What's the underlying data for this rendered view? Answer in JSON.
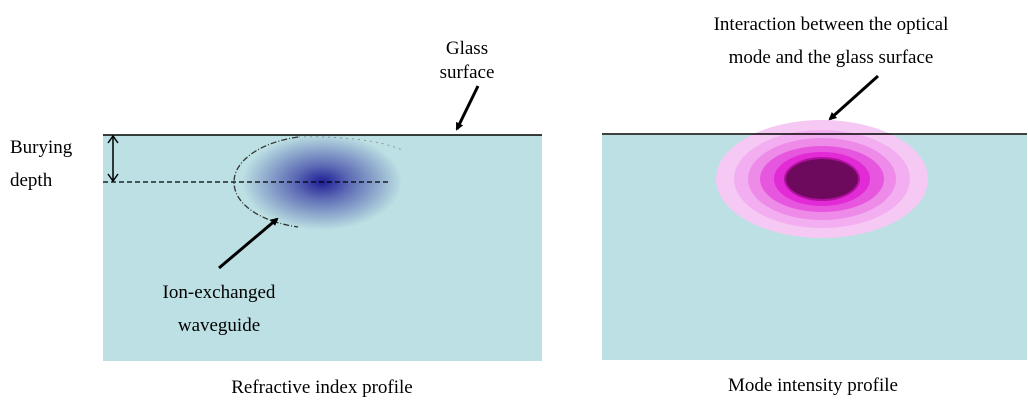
{
  "colors": {
    "glass": "#bce0e3",
    "waveguide_core": "#1e1e96",
    "mode_outer": "#f6c8f4",
    "mode_mid": "#ee8ae8",
    "mode_inner": "#e22ad6",
    "mode_core": "#6e0a5e"
  },
  "left_panel": {
    "glass_surface_label": [
      "Glass",
      "surface"
    ],
    "burying_depth_label": [
      "Burying",
      "depth"
    ],
    "waveguide_label": [
      "Ion-exchanged",
      "waveguide"
    ],
    "caption": "Refractive index profile"
  },
  "right_panel": {
    "interaction_label": [
      "Interaction between the optical",
      "mode and the glass surface"
    ],
    "caption": "Mode intensity profile"
  }
}
